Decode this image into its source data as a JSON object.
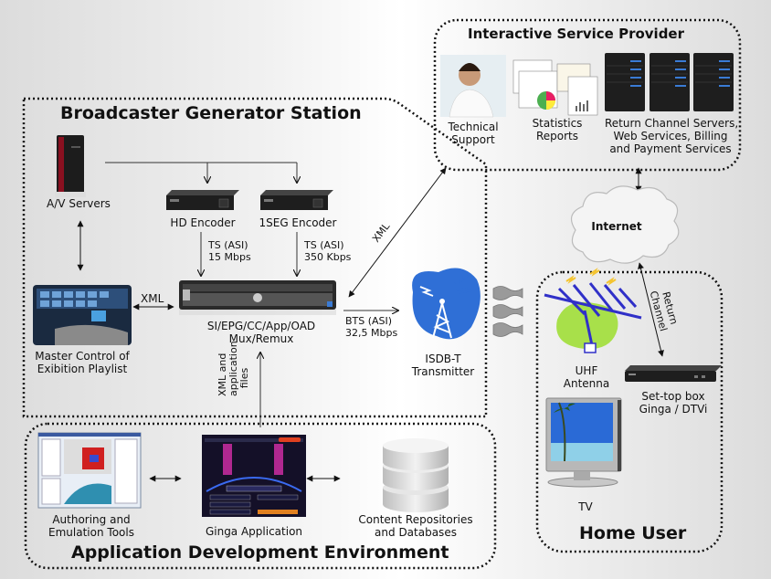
{
  "groups": {
    "broadcaster": {
      "title": "Broadcaster Generator Station"
    },
    "isp": {
      "title": "Interactive Service Provider"
    },
    "app_dev": {
      "title": "Application Development Environment"
    },
    "home": {
      "title": "Home User"
    }
  },
  "nodes": {
    "av_servers": {
      "label": "A/V Servers",
      "icon": "server-tower-icon"
    },
    "hd_encoder": {
      "label": "HD Encoder",
      "icon": "encoder-icon"
    },
    "oneseg_encoder": {
      "label": "1SEG Encoder",
      "icon": "encoder-icon"
    },
    "mux": {
      "label_line1": "SI/EPG/CC/App/OAD",
      "label_line2": "Mux/Remux",
      "icon": "rack-server-icon"
    },
    "master_control": {
      "label_line1": "Master Control of",
      "label_line2": "Exibition Playlist",
      "icon": "control-room-icon"
    },
    "transmitter": {
      "label_line1": "ISDB-T",
      "label_line2": "Transmitter",
      "icon": "transmitter-tower-icon"
    },
    "tech_support": {
      "label_line1": "Technical",
      "label_line2": "Support",
      "icon": "support-agent-icon"
    },
    "stats_reports": {
      "label_line1": "Statistics",
      "label_line2": "Reports",
      "icon": "reports-icon"
    },
    "return_servers": {
      "label_line1": "Return Channel Servers,",
      "label_line2": "Web Services, Billing",
      "label_line3": "and Payment Services",
      "icon": "server-rack-icon"
    },
    "internet": {
      "label": "Internet",
      "icon": "cloud-icon"
    },
    "uhf_antenna": {
      "label_line1": "UHF",
      "label_line2": "Antenna",
      "icon": "antenna-icon"
    },
    "set_top_box": {
      "label_line1": "Set-top box",
      "label_line2": "Ginga / DTVi",
      "icon": "set-top-box-icon"
    },
    "tv": {
      "label": "TV",
      "icon": "tv-icon"
    },
    "authoring": {
      "label_line1": "Authoring and",
      "label_line2": "Emulation Tools",
      "icon": "authoring-window-icon"
    },
    "ginga_app": {
      "label": "Ginga Application",
      "icon": "ginga-app-screen-icon"
    },
    "content_repo": {
      "label_line1": "Content Repositories",
      "label_line2": "and Databases",
      "icon": "database-icon"
    }
  },
  "edges": {
    "ts_hd": {
      "line1": "TS (ASI)",
      "line2": "15 Mbps"
    },
    "ts_1seg": {
      "line1": "TS (ASI)",
      "line2": "350 Kbps"
    },
    "xml_master": {
      "label": "XML"
    },
    "xml_isp": {
      "label": "XML"
    },
    "bts": {
      "line1": "BTS (ASI)",
      "line2": "32,5 Mbps"
    },
    "xml_app_files": {
      "line1": "XML and",
      "line2": "application",
      "line3": "files"
    },
    "return_channel": {
      "line1": "Return",
      "line2": "Channel"
    }
  },
  "colors": {
    "transmitter_blue": "#2f6fd6",
    "antenna_blue": "#3030c8",
    "antenna_green": "#a8e04a",
    "bolt_yellow": "#f4c430",
    "server_accent": "#3a7bd5",
    "ginga_purple": "#3a1b6e",
    "av_server_red": "#8a1020"
  }
}
